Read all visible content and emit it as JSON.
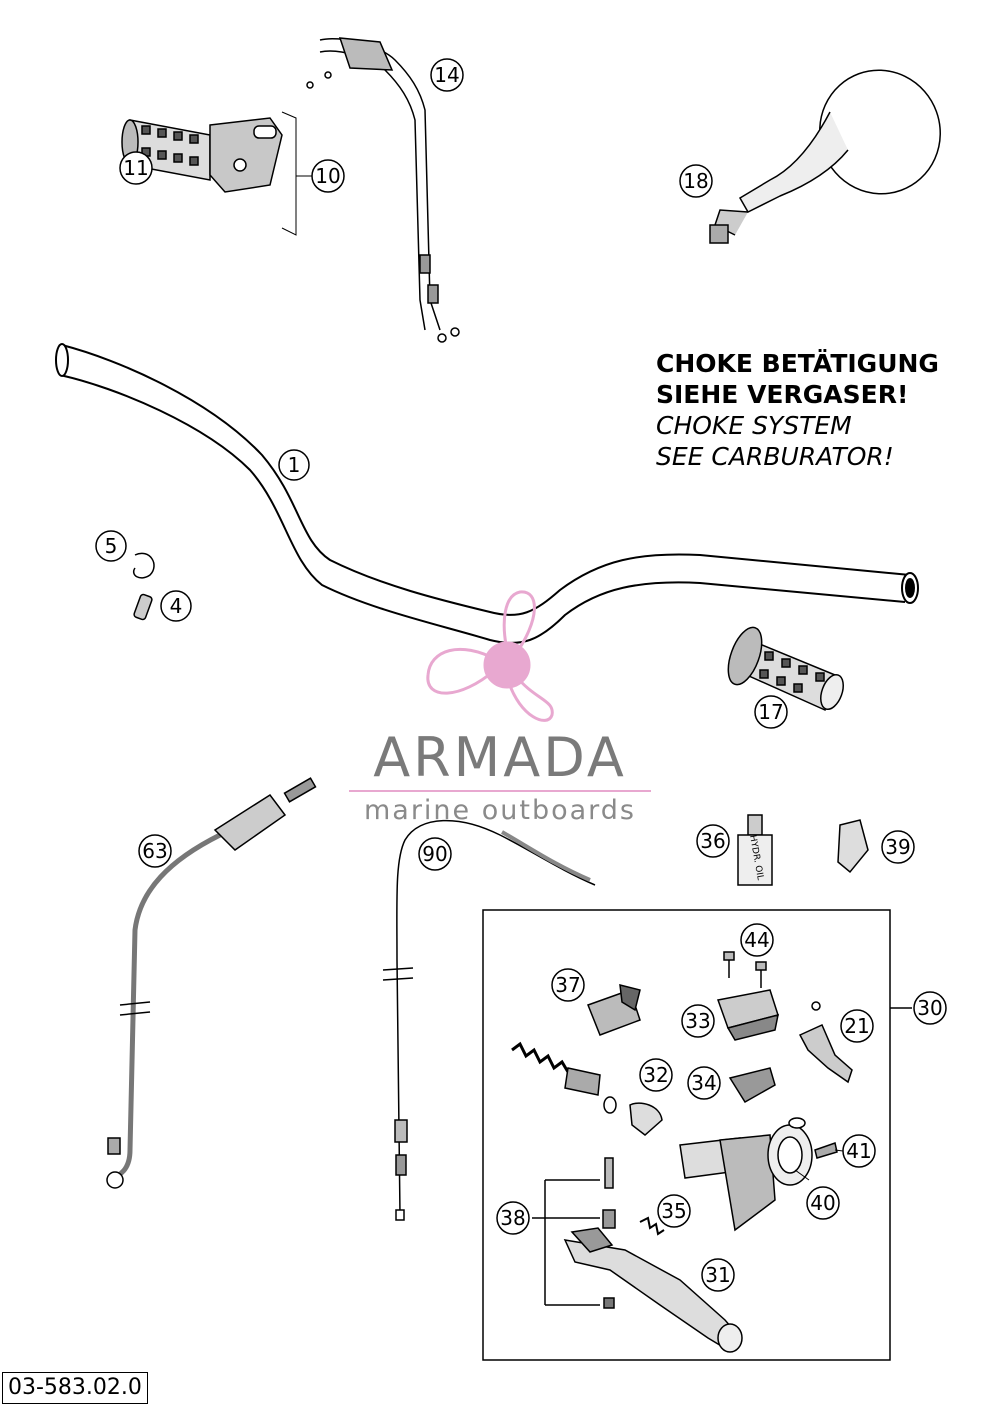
{
  "note": {
    "de_line1": "CHOKE BETÄTIGUNG",
    "de_line2": "SIEHE VERGASER!",
    "en_line1": "CHOKE SYSTEM",
    "en_line2": "SEE CARBURATOR!"
  },
  "brand": {
    "name": "ARMADA",
    "tagline": "marine outboards",
    "color": "#e8a8d0"
  },
  "doc_number": "03-583.02.0",
  "callouts": {
    "c1": "1",
    "c4": "4",
    "c5": "5",
    "c10": "10",
    "c11": "11",
    "c14": "14",
    "c17": "17",
    "c18": "18",
    "c21": "21",
    "c30": "30",
    "c31": "31",
    "c32": "32",
    "c33": "33",
    "c34": "34",
    "c35": "35",
    "c36": "36",
    "c37": "37",
    "c38": "38",
    "c39": "39",
    "c40": "40",
    "c41": "41",
    "c44": "44",
    "c63": "63",
    "c90": "90"
  },
  "bottle_label": "HYDR. OIL"
}
